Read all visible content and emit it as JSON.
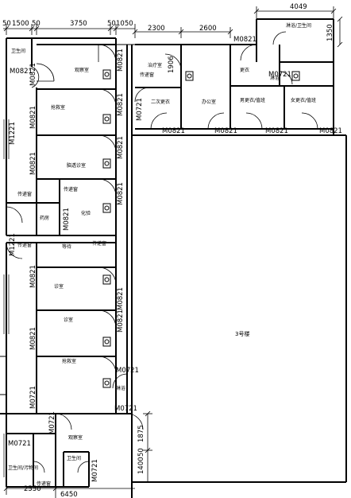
{
  "dimensions_top": [
    "50",
    "1500",
    "50",
    "3750",
    "50",
    "1050",
    "2300",
    "2600",
    "4049"
  ],
  "dimensions_side": [
    "1350",
    "1875",
    "1400",
    "50"
  ],
  "dimensions_bottom": [
    "2550",
    "6450"
  ],
  "rooms": {
    "wc_small": "卫生间",
    "observation_1": "观察室",
    "rescue_1": "抢救室",
    "neuro": "脑透诊室",
    "pass_window_1": "传递窗",
    "pass_window_2": "传递窗",
    "pharmacy": "药房",
    "lab": "化验",
    "pass_window_3": "传递窗",
    "waiting": "等待",
    "pass_window_4": "传递窗",
    "consult_1": "诊室",
    "consult_2": "诊室",
    "rescue_2": "抢救室",
    "shower_1": "淋浴",
    "observation_2": "观察室",
    "wc_dirty": "卫生间/污物间",
    "wc_2": "卫生间",
    "pass_window_5": "传递窗",
    "treatment": "治疗室",
    "pass_window_6": "传递窗",
    "second_change": "二次更衣",
    "office": "办公室",
    "male_change": "男更衣/值班",
    "female_change": "女更衣/值班",
    "shower_wc": "淋浴/卫生间",
    "change_room": "更衣",
    "shower_2": "淋浴",
    "building_3": "3号楼"
  },
  "doors": {
    "d1": "M0821",
    "d2": "M0821",
    "d3": "M0821",
    "d4": "M0821",
    "d5": "M0821",
    "d6": "M0821",
    "d7": "M0821",
    "d8": "M0821",
    "d9": "M0821",
    "d10": "M0821",
    "d11": "M0821",
    "d12": "M0821",
    "d13": "M0821",
    "d14": "M0821",
    "d15": "M0821",
    "d16": "M0821",
    "d17": "M0821",
    "d18": "M0821",
    "m1221_a": "M1221",
    "m1221_b": "M1221",
    "m0721_a": "M0721",
    "m0721_b": "M0721",
    "m0721_c": "M0721",
    "m0721_d": "M0721",
    "m0721_e": "M0721",
    "m0721_f": "M0721",
    "m0721_g": "M0721",
    "m0721_h": "M0721",
    "m1906": "1906"
  }
}
